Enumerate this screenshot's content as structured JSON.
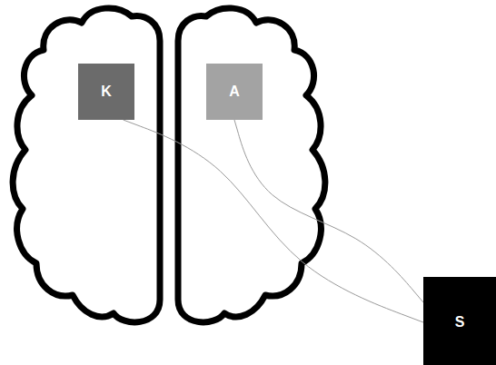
{
  "diagram": {
    "nodes": [
      {
        "text": [
          "K"
        ]
      },
      {
        "text": [
          "A"
        ]
      },
      {
        "text": [
          "S"
        ]
      }
    ],
    "edges": [
      {
        "from": 0,
        "to": 2,
        "arrow": "none"
      },
      {
        "from": 1,
        "to": 2,
        "arrow": "none"
      }
    ]
  }
}
